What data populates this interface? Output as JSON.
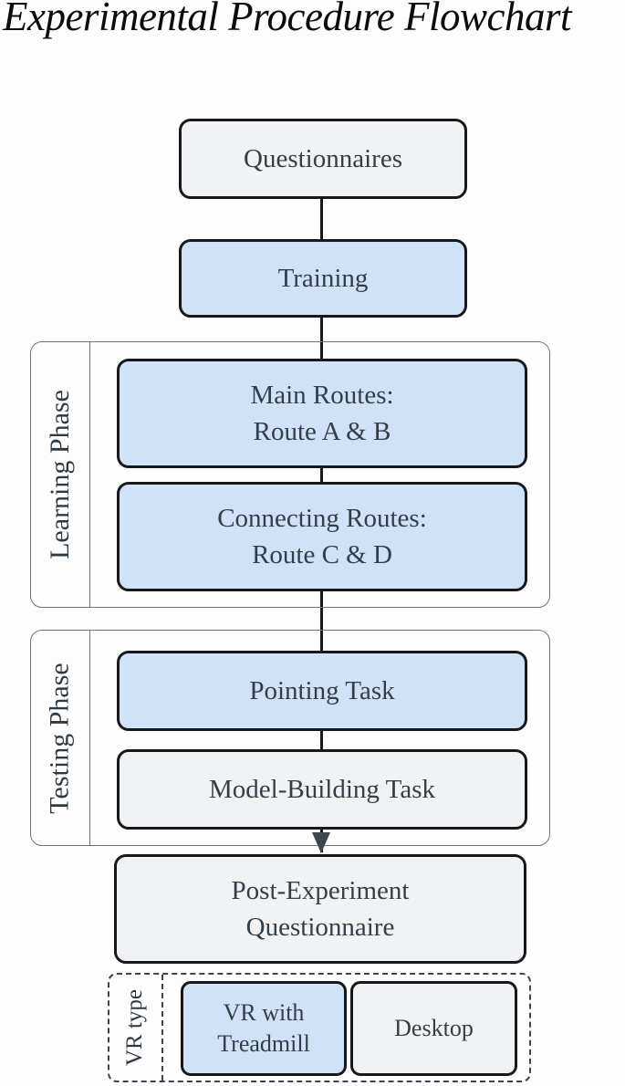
{
  "title": "Experimental Procedure Flowchart",
  "colors": {
    "highlight_fill": "#cfe2f7",
    "neutral_fill": "#f1f2f4",
    "node_border": "#16181b",
    "group_border": "#6e757d",
    "text": "#333e48",
    "connector": "#17191c",
    "arrow": "#3c4650"
  },
  "flow": {
    "questionnaires": {
      "label": "Questionnaires"
    },
    "training": {
      "label": "Training"
    },
    "learning_phase": {
      "label": "Learning Phase",
      "steps": [
        {
          "line1": "Main Routes:",
          "line2": "Route A & B"
        },
        {
          "line1": "Connecting Routes:",
          "line2": "Route C & D"
        }
      ]
    },
    "testing_phase": {
      "label": "Testing Phase",
      "steps": [
        {
          "line1": "Pointing Task"
        },
        {
          "line1": "Model-Building Task"
        }
      ]
    },
    "post_experiment": {
      "line1": "Post-Experiment",
      "line2": "Questionnaire"
    },
    "vr_type": {
      "label": "VR type",
      "options": [
        {
          "line1": "VR with",
          "line2": "Treadmill"
        },
        {
          "line1": "Desktop"
        }
      ]
    }
  }
}
